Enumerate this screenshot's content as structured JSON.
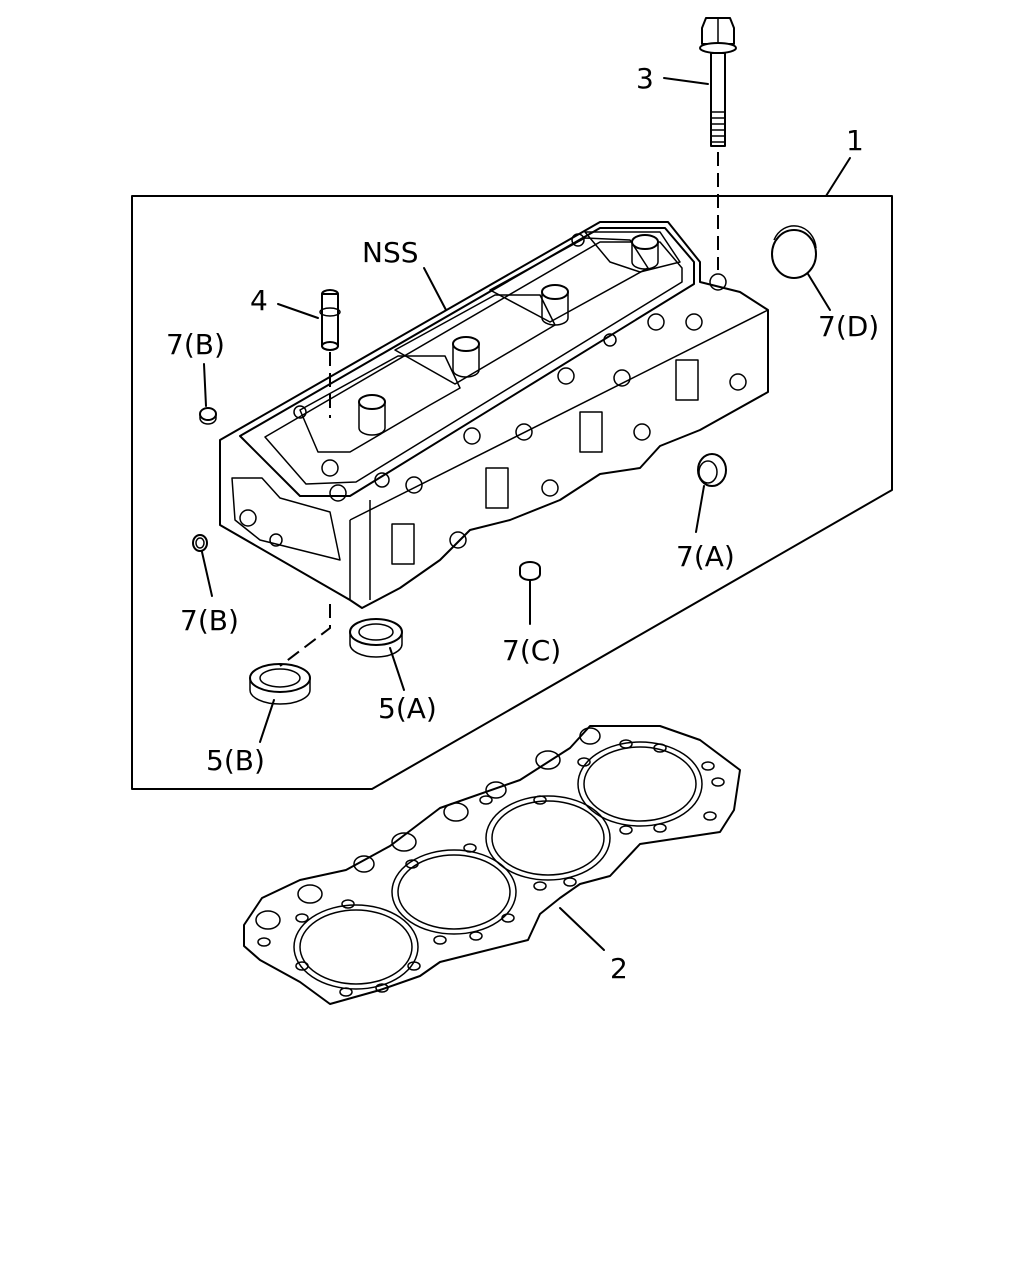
{
  "labels": {
    "p1": "1",
    "p2": "2",
    "p3": "3",
    "p4": "4",
    "nss": "NSS",
    "p5a": "5(A)",
    "p5b": "5(B)",
    "p7a": "7(A)",
    "p7b_top": "7(B)",
    "p7b_bottom": "7(B)",
    "p7c": "7(C)",
    "p7d": "7(D)"
  }
}
